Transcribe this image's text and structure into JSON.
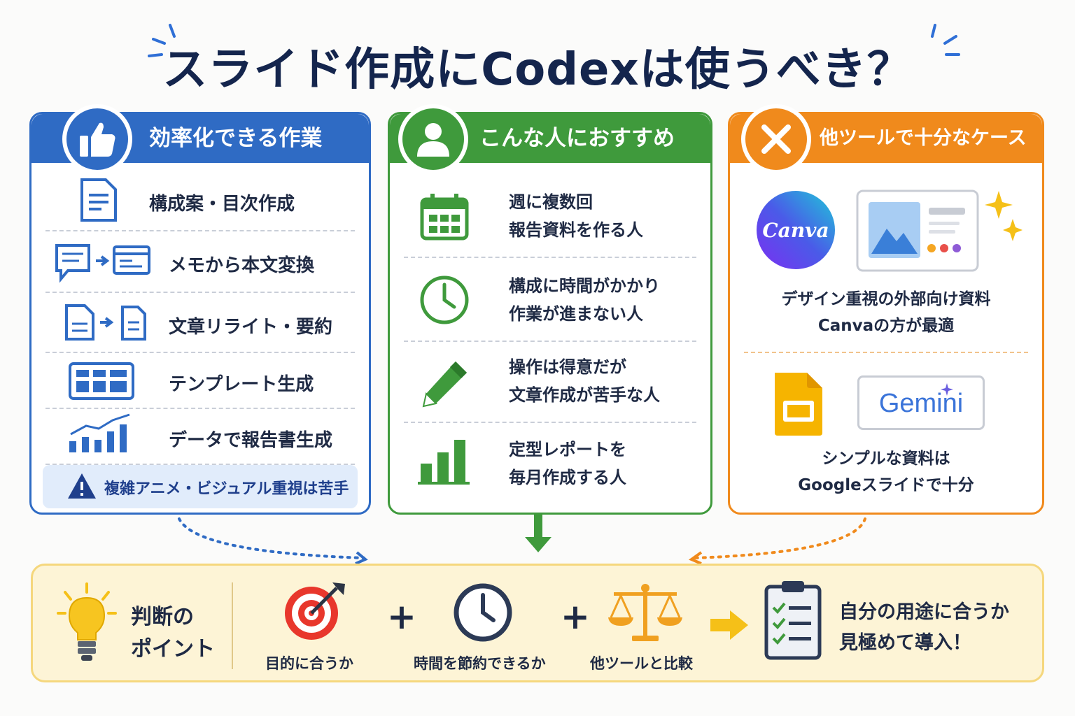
{
  "title": "スライド作成にCodexは使うべき？",
  "colors": {
    "blue": "#2f6bc4",
    "green": "#3f9a3c",
    "orange": "#f08a1c",
    "navy": "#14254d"
  },
  "left": {
    "header": "効率化できる作業",
    "icon": "thumbs-up-icon",
    "items": [
      {
        "label": "構成案・目次作成",
        "icon": "document-icon"
      },
      {
        "label": "メモから本文変換",
        "icon": "memo-to-text-icon"
      },
      {
        "label": "文章リライト・要約",
        "icon": "rewrite-icon"
      },
      {
        "label": "テンプレート生成",
        "icon": "template-icon"
      },
      {
        "label": "データで報告書生成",
        "icon": "bar-chart-icon"
      }
    ],
    "warning": "複雑アニメ・ビジュアル重視は苦手"
  },
  "middle": {
    "header": "こんな人におすすめ",
    "icon": "person-icon",
    "items": [
      {
        "line1": "週に複数回",
        "line2": "報告資料を作る人",
        "icon": "calendar-icon"
      },
      {
        "line1": "構成に時間がかかり",
        "line2": "作業が進まない人",
        "icon": "clock-icon"
      },
      {
        "line1": "操作は得意だが",
        "line2": "文章作成が苦手な人",
        "icon": "pencil-icon"
      },
      {
        "line1": "定型レポートを",
        "line2": "毎月作成する人",
        "icon": "bar-chart-icon"
      }
    ]
  },
  "right": {
    "header": "他ツールで十分なケース",
    "icon": "x-icon",
    "canva_logo": "Canva",
    "canva_text1": "デザイン重視の外部向け資料",
    "canva_text2": "Canvaの方が最適",
    "gemini_logo": "Gemini",
    "slides_text1": "シンプルな資料は",
    "slides_text2": "Googleスライドで十分"
  },
  "bottom": {
    "point_line1": "判断の",
    "point_line2": "ポイント",
    "factors": [
      {
        "label": "目的に合うか",
        "icon": "target-icon"
      },
      {
        "label": "時間を節約できるか",
        "icon": "clock-icon"
      },
      {
        "label": "他ツールと比較",
        "icon": "scale-icon"
      }
    ],
    "plus": "+",
    "conclusion1": "自分の用途に合うか",
    "conclusion2": "見極めて導入！"
  }
}
